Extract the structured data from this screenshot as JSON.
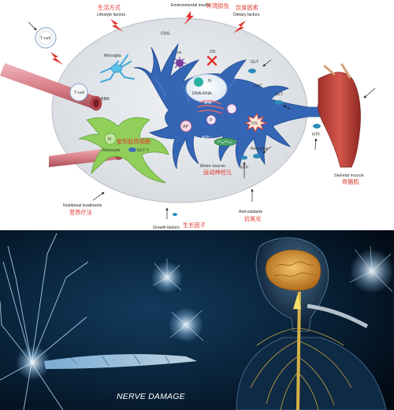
{
  "factors": {
    "lifestyle": {
      "zh": "生活方式",
      "en": "Lifestyle factors"
    },
    "environmental": {
      "en": "Environmental insults",
      "zh": "环境损伤"
    },
    "dietary": {
      "zh": "饮食因素",
      "en": "Dietary factors"
    },
    "nutritional": {
      "en": "Nutritional treatments",
      "zh": "营养疗法"
    },
    "growth": {
      "en": "Growth factors",
      "zh": "生长因子"
    },
    "antioxidants": {
      "en": "Anti-oxidants",
      "zh": "抗氧化"
    }
  },
  "cells": {
    "tcell_outside": "T-cell",
    "tcell_vessel": "T-cell",
    "microglia": "Microglia",
    "astrocyte": {
      "en": "Astrocyte",
      "zh": "星形胶质细胞"
    },
    "motor_neuron": {
      "en": "Motor neuron",
      "zh": "运动神经元"
    },
    "skeletal_muscle": {
      "en": "Skeletal muscle",
      "zh": "骨骼肌"
    }
  },
  "labels": {
    "bbb": "BBB",
    "cns": "CNS",
    "virus": "Virus",
    "ds": "DS",
    "n_neuron": "N",
    "dna_rna": "DNA-RNA",
    "er": "E.R.",
    "ap": "AP",
    "p": "P",
    "os": "OS",
    "atp": "ATP ↓",
    "mito": "Mito",
    "glt_top": "GLT",
    "ca": "Ca²⁺",
    "glt_right": "GLT",
    "glt_t": "GLT-T",
    "n_astro": "N",
    "receptor": "Receptor",
    "ntf_left": "NTF",
    "ntf_right": "NTF"
  },
  "photo": {
    "caption": "NERVE DAMAGE"
  },
  "colors": {
    "cell_body": "#2f63b4",
    "cell_ellipse": "#e3e6ea",
    "astrocyte": "#8fcf5a",
    "vessel": "#d8828a",
    "muscle": "#c0463d",
    "chinese_label": "#e03a2f",
    "warning_bolt": "#e4322b",
    "photo_bg": "#03101c",
    "nerve_glow": "#c7a341"
  }
}
